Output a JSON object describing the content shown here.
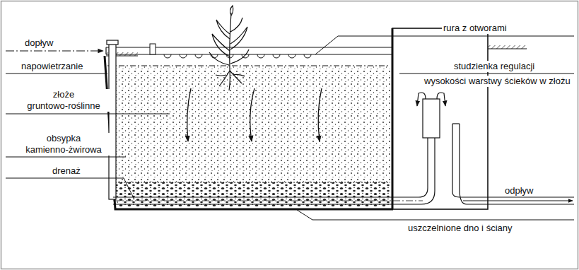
{
  "diagram": {
    "labels": [
      "rura z otworami",
      "dopływ",
      "napowietrzanie",
      "złoże gruntowo-roślinne",
      "obsypka kamienno-żwirowa",
      "drenaż",
      "studzienka regulacji",
      "wysokości warstwy ścieków w złożu",
      "odpływ",
      "uszczelnione dno i ściany"
    ]
  }
}
